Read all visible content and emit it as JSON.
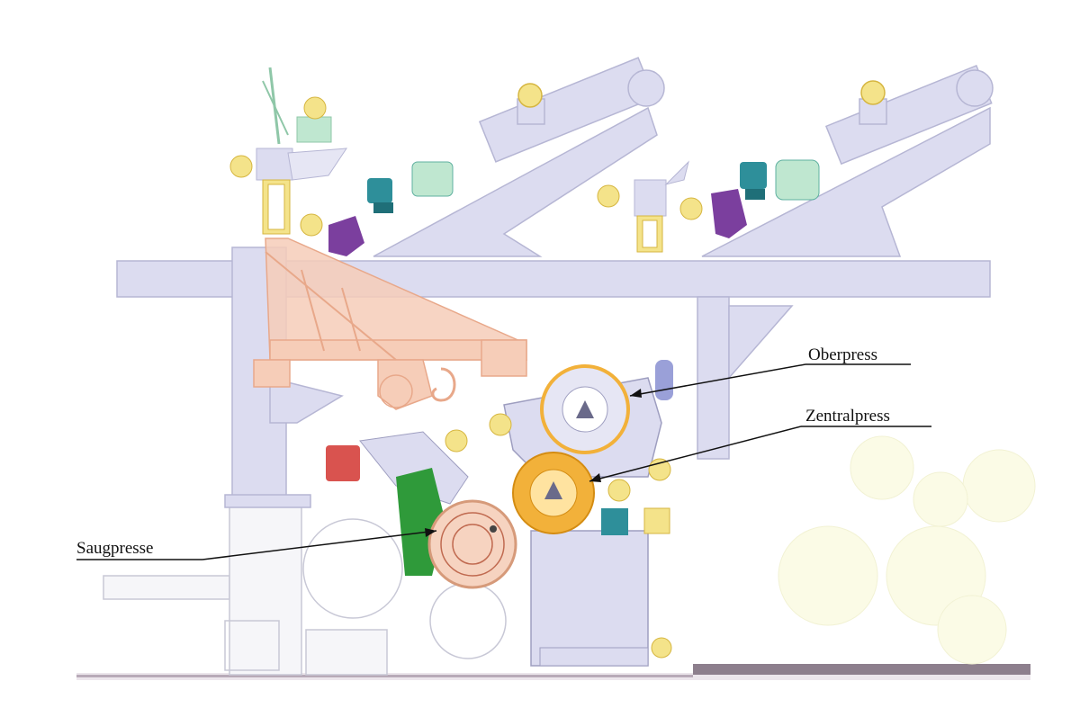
{
  "labels": {
    "oberpress": "Oberpress",
    "zentralpress": "Zentralpress",
    "saugpresse": "Saugpresse"
  },
  "colors": {
    "frame": "#dcdcf0",
    "frame_stroke": "#b6b6d4",
    "bracket": "#f6cdb8",
    "bracket_stroke": "#e8a88a",
    "yellow": "#f4e38a",
    "yellow_stroke": "#d6b640",
    "teal": "#2e8f9a",
    "mint": "#bfe7d0",
    "purple": "#7b3f9e",
    "orange": "#f2b13a",
    "green": "#2f9a3a",
    "red": "#d9534f",
    "line": "#111111",
    "floor": "#8d7f8d"
  }
}
